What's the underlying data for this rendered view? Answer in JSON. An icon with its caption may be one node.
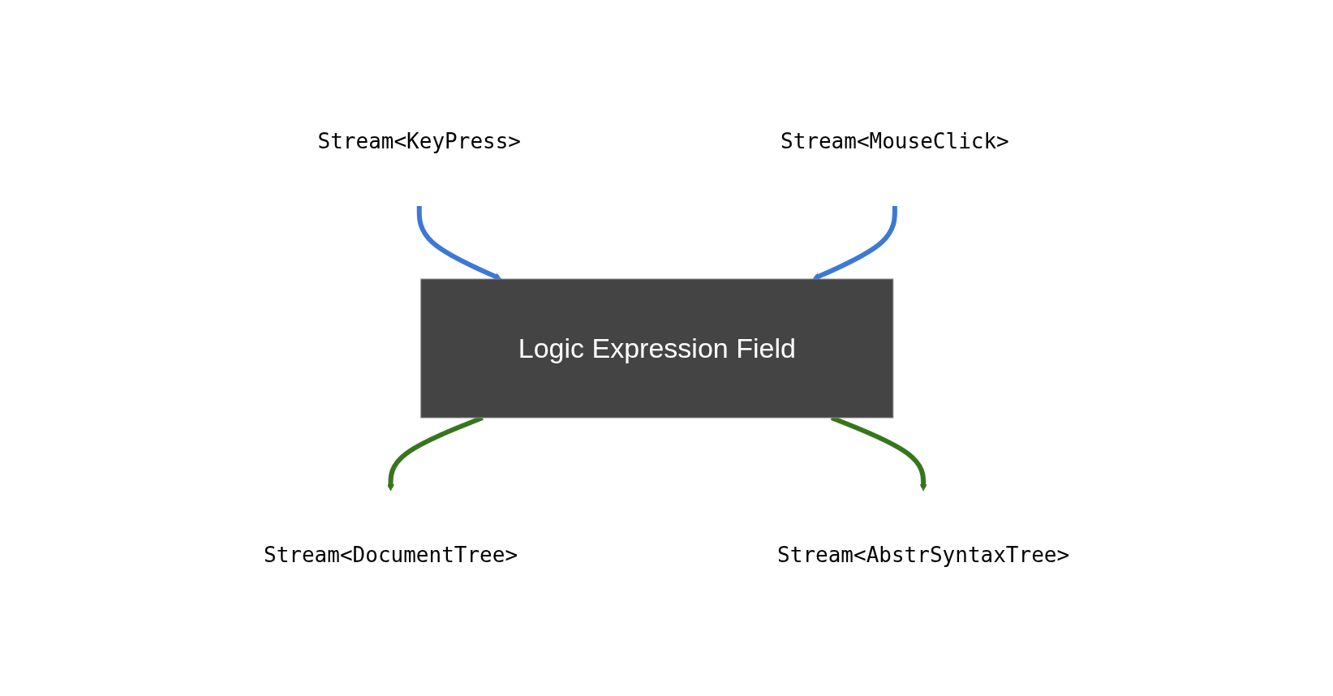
{
  "diagram": {
    "nodes": [
      {
        "text": [
          "Stream<KeyPress>"
        ]
      },
      {
        "text": [
          "Stream<MouseClick>"
        ]
      },
      {
        "text": [
          "Logic Expression Field"
        ]
      },
      {
        "text": [
          "Stream<DocumentTree>"
        ]
      },
      {
        "text": [
          "Stream<AbstrSyntaxTree>"
        ]
      }
    ],
    "edges": [
      {
        "from": 0,
        "to": 2,
        "arrow": "to",
        "color": "#3c78d8"
      },
      {
        "from": 1,
        "to": 2,
        "arrow": "to",
        "color": "#3c78d8"
      },
      {
        "from": 2,
        "to": 3,
        "arrow": "to",
        "color": "#38761d"
      },
      {
        "from": 2,
        "to": 4,
        "arrow": "to",
        "color": "#38761d"
      }
    ]
  }
}
